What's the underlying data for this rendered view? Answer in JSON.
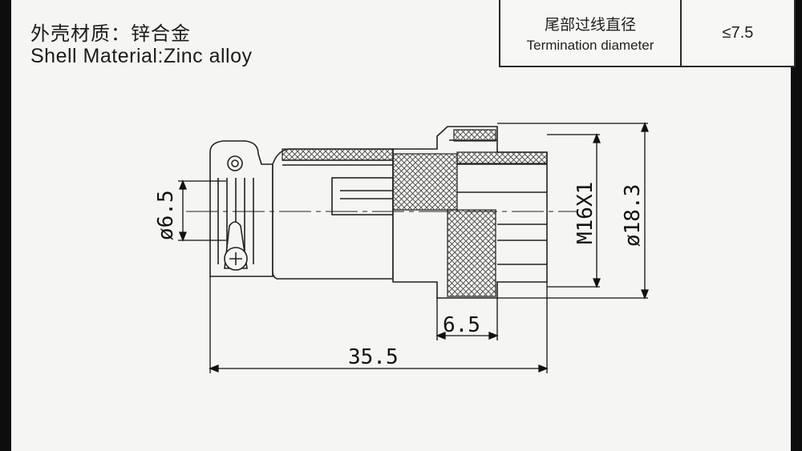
{
  "header": {
    "material_cn": "外壳材质：锌合金",
    "material_en": "Shell  Material:Zinc alloy"
  },
  "spec_table": {
    "label_cn": "尾部过线直径",
    "label_en": "Termination diameter",
    "value": "≤7.5"
  },
  "dimensions": {
    "pin_diameter": "ø6.5",
    "thread": "M16X1",
    "outer_diameter": "ø18.3",
    "flange_width": "6.5",
    "total_length": "35.5"
  }
}
